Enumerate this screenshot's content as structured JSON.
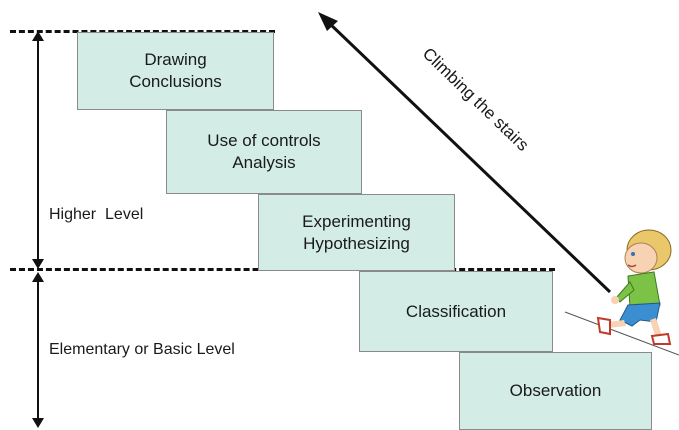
{
  "steps": [
    {
      "text": "Drawing\nConclusions",
      "level": "higher"
    },
    {
      "text": "Use of controls\nAnalysis",
      "level": "higher"
    },
    {
      "text": "Experimenting\nHypothesizing",
      "level": "higher"
    },
    {
      "text": "Classification",
      "level": "elementary"
    },
    {
      "text": "Observation",
      "level": "elementary"
    }
  ],
  "levels": {
    "higher": "Higher  Level",
    "elementary": "Elementary or Basic Level"
  },
  "arrow_caption": "Climbing the stairs",
  "colors": {
    "step_fill": "#d3ece6",
    "step_border": "#8a8a8a",
    "line": "#111111"
  },
  "icons": {
    "climber": "child-walking-icon"
  }
}
